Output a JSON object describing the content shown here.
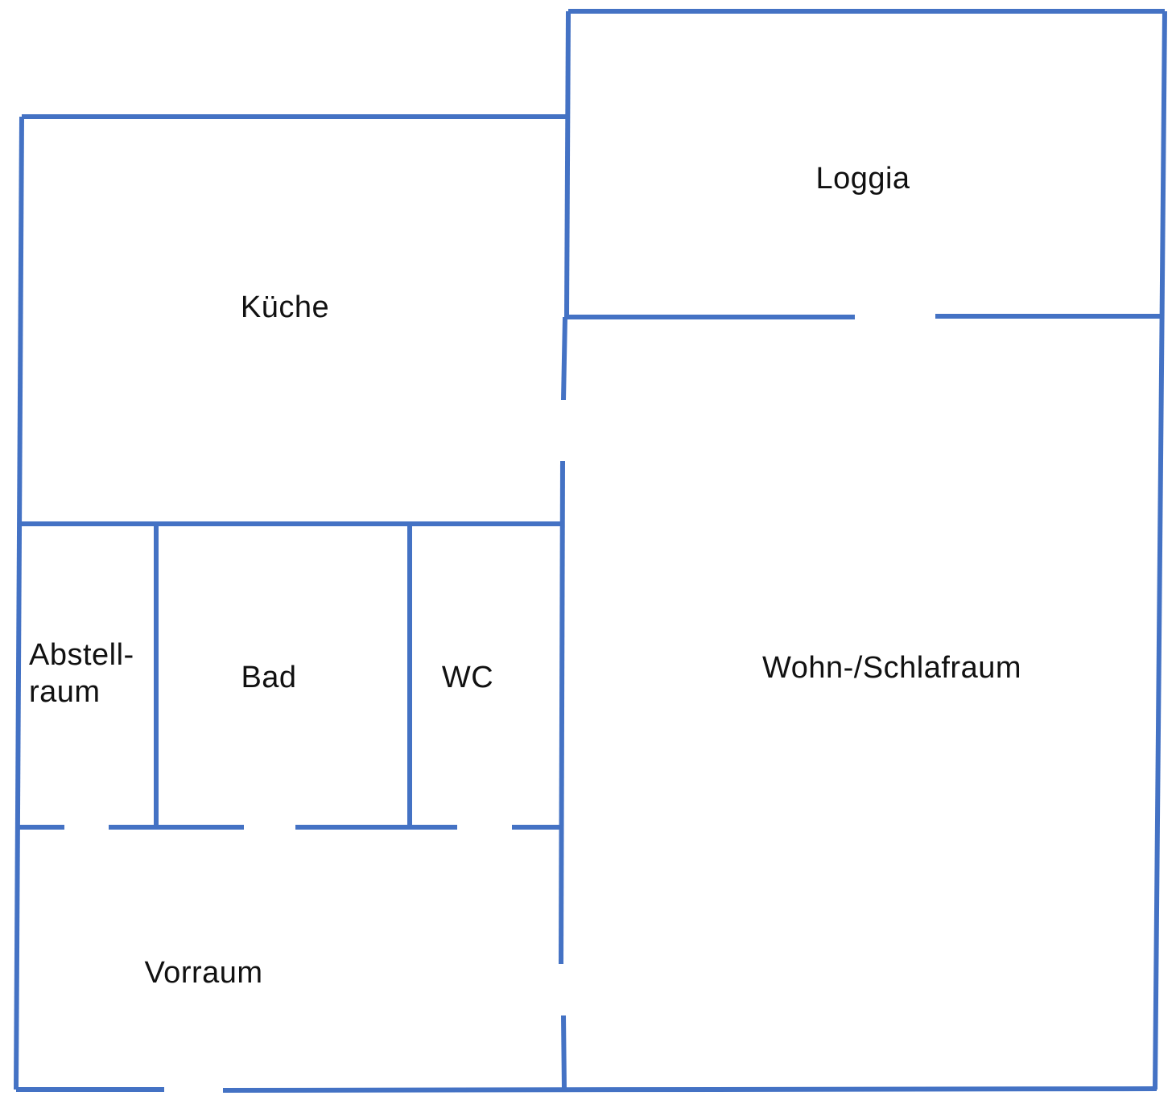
{
  "diagram": {
    "type": "floor-plan",
    "wall_color": "#4472c4",
    "background_color": "#ffffff",
    "rooms": {
      "loggia": {
        "name": "Loggia"
      },
      "kueche": {
        "name": "Küche"
      },
      "abstellraum": {
        "name": "Abstellraum",
        "label_lines": [
          "Abstell-",
          "raum"
        ]
      },
      "bad": {
        "name": "Bad"
      },
      "wc": {
        "name": "WC"
      },
      "vorraum": {
        "name": "Vorraum"
      },
      "wohn_schlafraum": {
        "name": "Wohn-/Schlafraum"
      }
    },
    "doors": [
      {
        "between": [
          "Loggia",
          "Wohn-/Schlafraum"
        ]
      },
      {
        "between": [
          "Küche",
          "Wohn-/Schlafraum"
        ]
      },
      {
        "between": [
          "Abstellraum",
          "Vorraum"
        ]
      },
      {
        "between": [
          "Bad",
          "Vorraum"
        ]
      },
      {
        "between": [
          "WC",
          "Vorraum"
        ]
      },
      {
        "between": [
          "Vorraum",
          "Wohn-/Schlafraum"
        ]
      },
      {
        "between": [
          "Vorraum",
          "Exterior"
        ]
      }
    ]
  }
}
